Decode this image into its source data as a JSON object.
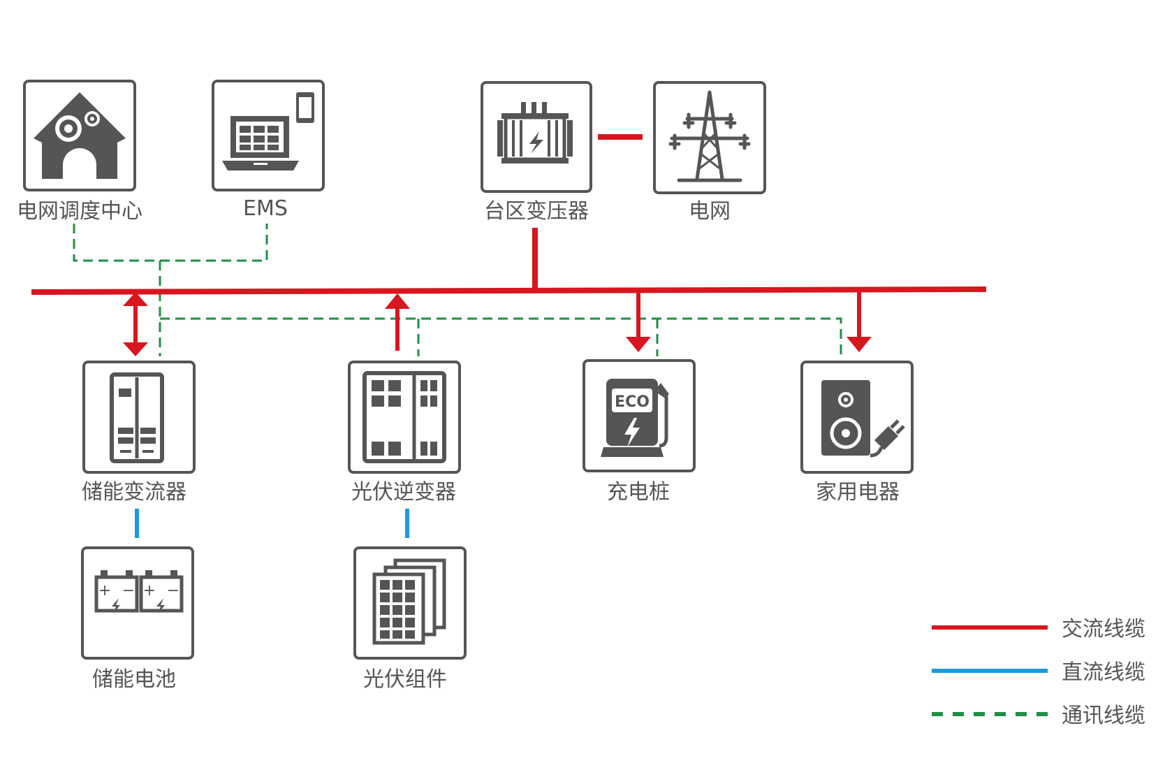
{
  "nodes": {
    "dispatch": {
      "label": "电网调度中心",
      "icon": "house-gears-icon"
    },
    "ems": {
      "label": "EMS",
      "icon": "laptop-phone-icon"
    },
    "transformer": {
      "label": "台区变压器",
      "icon": "transformer-icon"
    },
    "grid": {
      "label": "电网",
      "icon": "power-tower-icon"
    },
    "pcs": {
      "label": "储能变流器",
      "icon": "cabinet-icon"
    },
    "pv_inverter": {
      "label": "光伏逆变器",
      "icon": "inverter-icon"
    },
    "charger": {
      "label": "充电桩",
      "icon": "charging-station-icon",
      "badge": "ECO"
    },
    "appliance": {
      "label": "家用电器",
      "icon": "speaker-plug-icon"
    },
    "battery": {
      "label": "储能电池",
      "icon": "battery-icon"
    },
    "pv_module": {
      "label": "光伏组件",
      "icon": "solar-panel-icon"
    }
  },
  "legend": {
    "ac": {
      "label": "交流线缆",
      "color": "#d7161f"
    },
    "dc": {
      "label": "直流线缆",
      "color": "#1a9be0"
    },
    "comm": {
      "label": "通讯线缆",
      "color": "#1e8f45"
    }
  }
}
